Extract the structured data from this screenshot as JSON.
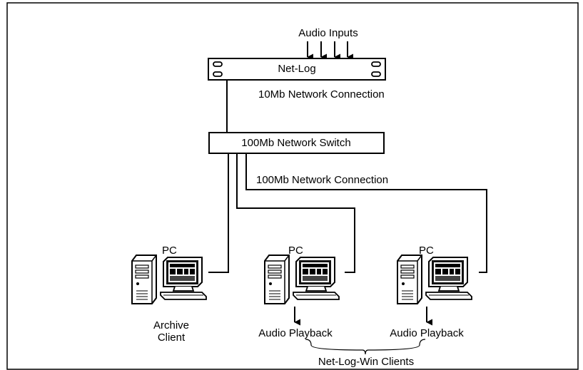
{
  "diagram": {
    "audio_inputs_label": "Audio Inputs",
    "netlog_label": "Net-Log",
    "link_10mb_label": "10Mb Network Connection",
    "switch_label": "100Mb Network Switch",
    "link_100mb_label": "100Mb Network Connection",
    "pcs": [
      {
        "label": "PC",
        "caption_line1": "Archive",
        "caption_line2": "Client"
      },
      {
        "label": "PC",
        "caption": "Audio Playback"
      },
      {
        "label": "PC",
        "caption": "Audio Playback"
      }
    ],
    "clients_group_label": "Net-Log-Win Clients"
  }
}
